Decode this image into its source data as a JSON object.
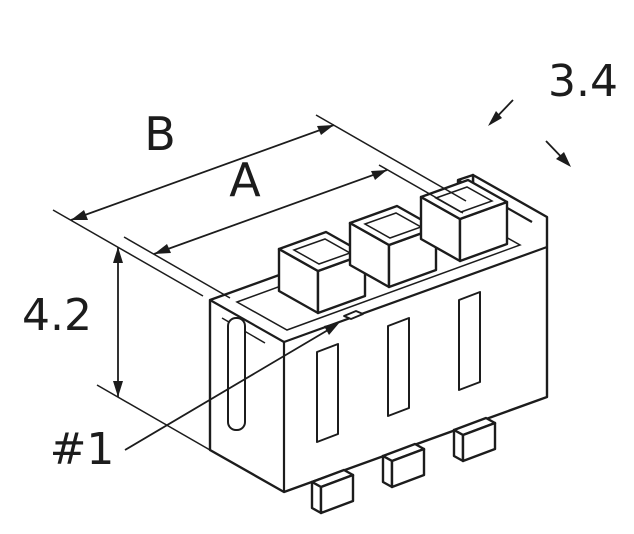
{
  "diagram": {
    "background": "#ffffff",
    "line_color": "#1c1c1c",
    "labels": {
      "dim_width_outer": "B",
      "dim_width_inner": "A",
      "dim_wall": "3.4",
      "dim_height": "4.2",
      "pin_one": "#1"
    }
  }
}
